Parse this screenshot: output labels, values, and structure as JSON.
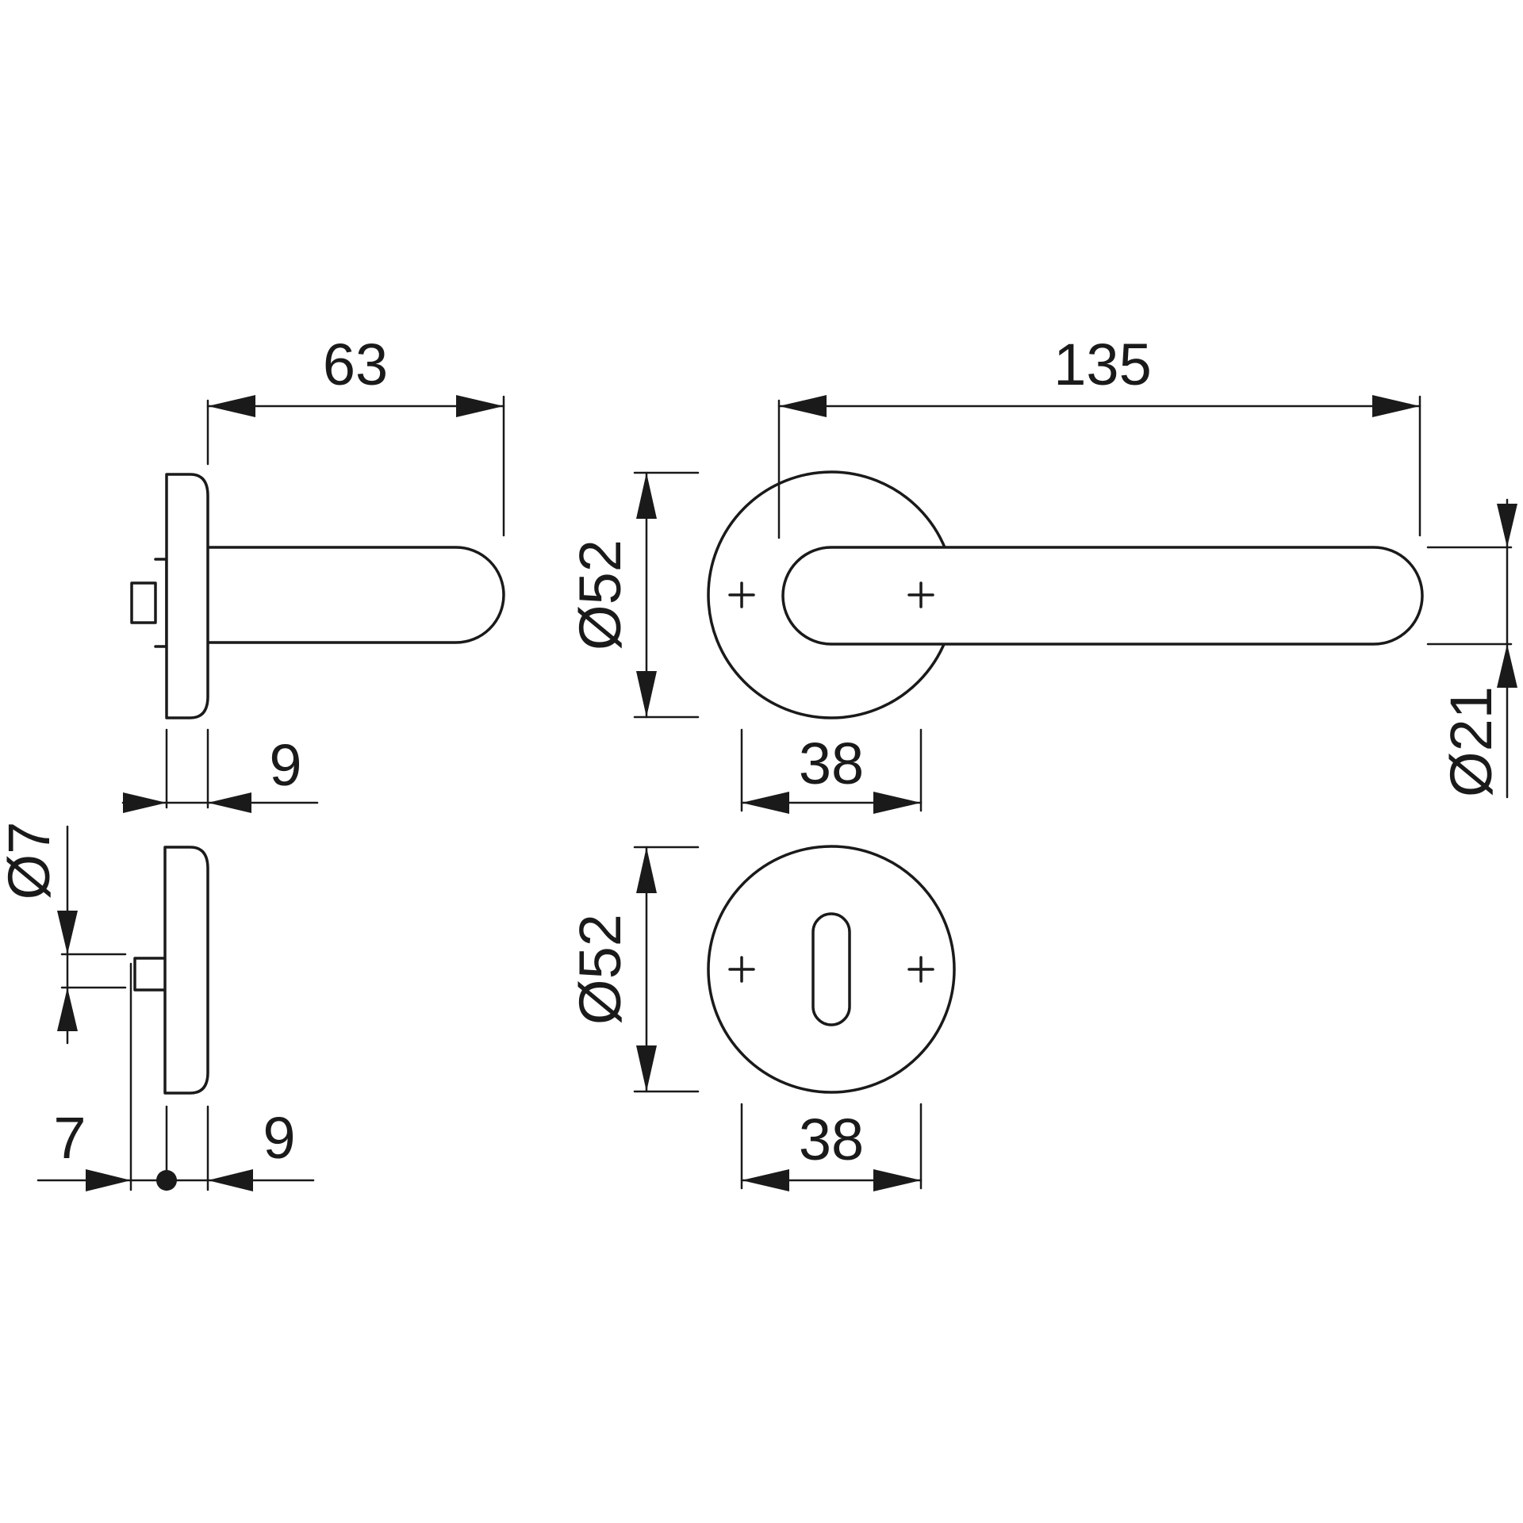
{
  "dimensions": {
    "lever_projection": "63",
    "lever_length": "135",
    "rose_diameter_lever": "Ø52",
    "lever_diameter": "Ø21",
    "rose_thickness_lever": "9",
    "screw_spacing_lever": "38",
    "spindle_diameter": "Ø7",
    "spindle_offset": "7",
    "rose_thickness_key": "9",
    "rose_diameter_key": "Ø52",
    "screw_spacing_key": "38"
  },
  "colors": {
    "line": "#1a1a1a",
    "background": "#ffffff"
  }
}
